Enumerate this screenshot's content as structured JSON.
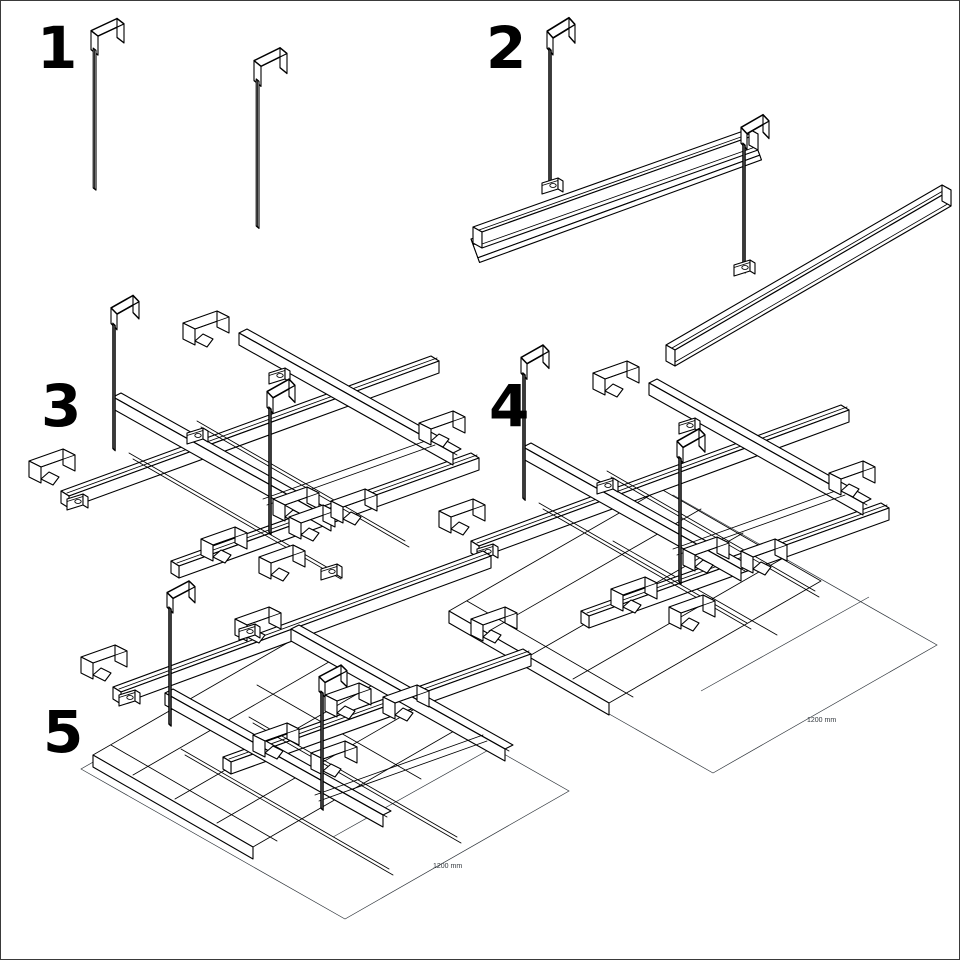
{
  "document": {
    "type": "installation-instruction-diagram",
    "title": "Suspended ceiling grid assembly",
    "background_color": "#ffffff",
    "line_color": "#000000",
    "border_color": "#3a3a3a",
    "dimension_text_color": "#30363c"
  },
  "steps": [
    {
      "id": "step-1",
      "number": "1",
      "components": [
        "hanger-rod",
        "hanger-rod"
      ],
      "description": "Two suspension hanger rods with angled top mounting plates"
    },
    {
      "id": "step-2",
      "number": "2",
      "components": [
        "hanger-rod",
        "primary-c-channel",
        "hanger-rod",
        "primary-c-channel"
      ],
      "description": "Hanger rods attached to primary C-channel runners"
    },
    {
      "id": "step-3",
      "number": "3",
      "components": [
        "primary-runner-grid",
        "cross-runner",
        "saddle-clip",
        "hanger-rod"
      ],
      "description": "Cross runners clipped onto primary runners forming the grid"
    },
    {
      "id": "step-4",
      "number": "4",
      "components": [
        "runner-grid",
        "ceiling-panel",
        "dimension-plane"
      ],
      "dimension": "1200 mm",
      "description": "Ceiling panels positioned under the completed grid"
    },
    {
      "id": "step-5",
      "number": "5",
      "components": [
        "runner-grid",
        "ceiling-panel",
        "dimension-plane"
      ],
      "dimension": "1200 mm",
      "description": "Completed suspended ceiling assembly"
    }
  ],
  "dimensions": {
    "step4_label": "1200 mm",
    "step5_label": "1200 mm"
  }
}
